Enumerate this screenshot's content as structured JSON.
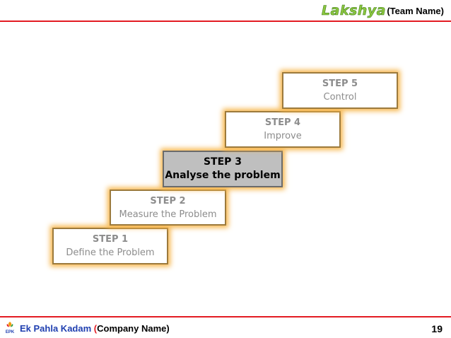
{
  "header": {
    "brand": "Lakshya",
    "team": "(Team Name)"
  },
  "steps": [
    {
      "number": "STEP 1",
      "label": "Define the Problem"
    },
    {
      "number": "STEP 2",
      "label": "Measure the Problem"
    },
    {
      "number": "STEP 3",
      "label": "Analyse the problem",
      "active": true
    },
    {
      "number": "STEP 4",
      "label": "Improve"
    },
    {
      "number": "STEP 5",
      "label": "Control"
    }
  ],
  "footer": {
    "company": "Ek Pahla Kadam",
    "paren_open": "(",
    "company_note": "Company Name)",
    "page_number": "19",
    "logo_text": "EPK"
  },
  "colors": {
    "accent_line": "#e31b23",
    "step_glow": "#f6b54a",
    "active_fill": "#bfbfbf",
    "brand": "#8cc63f",
    "company": "#1f3fb0"
  }
}
